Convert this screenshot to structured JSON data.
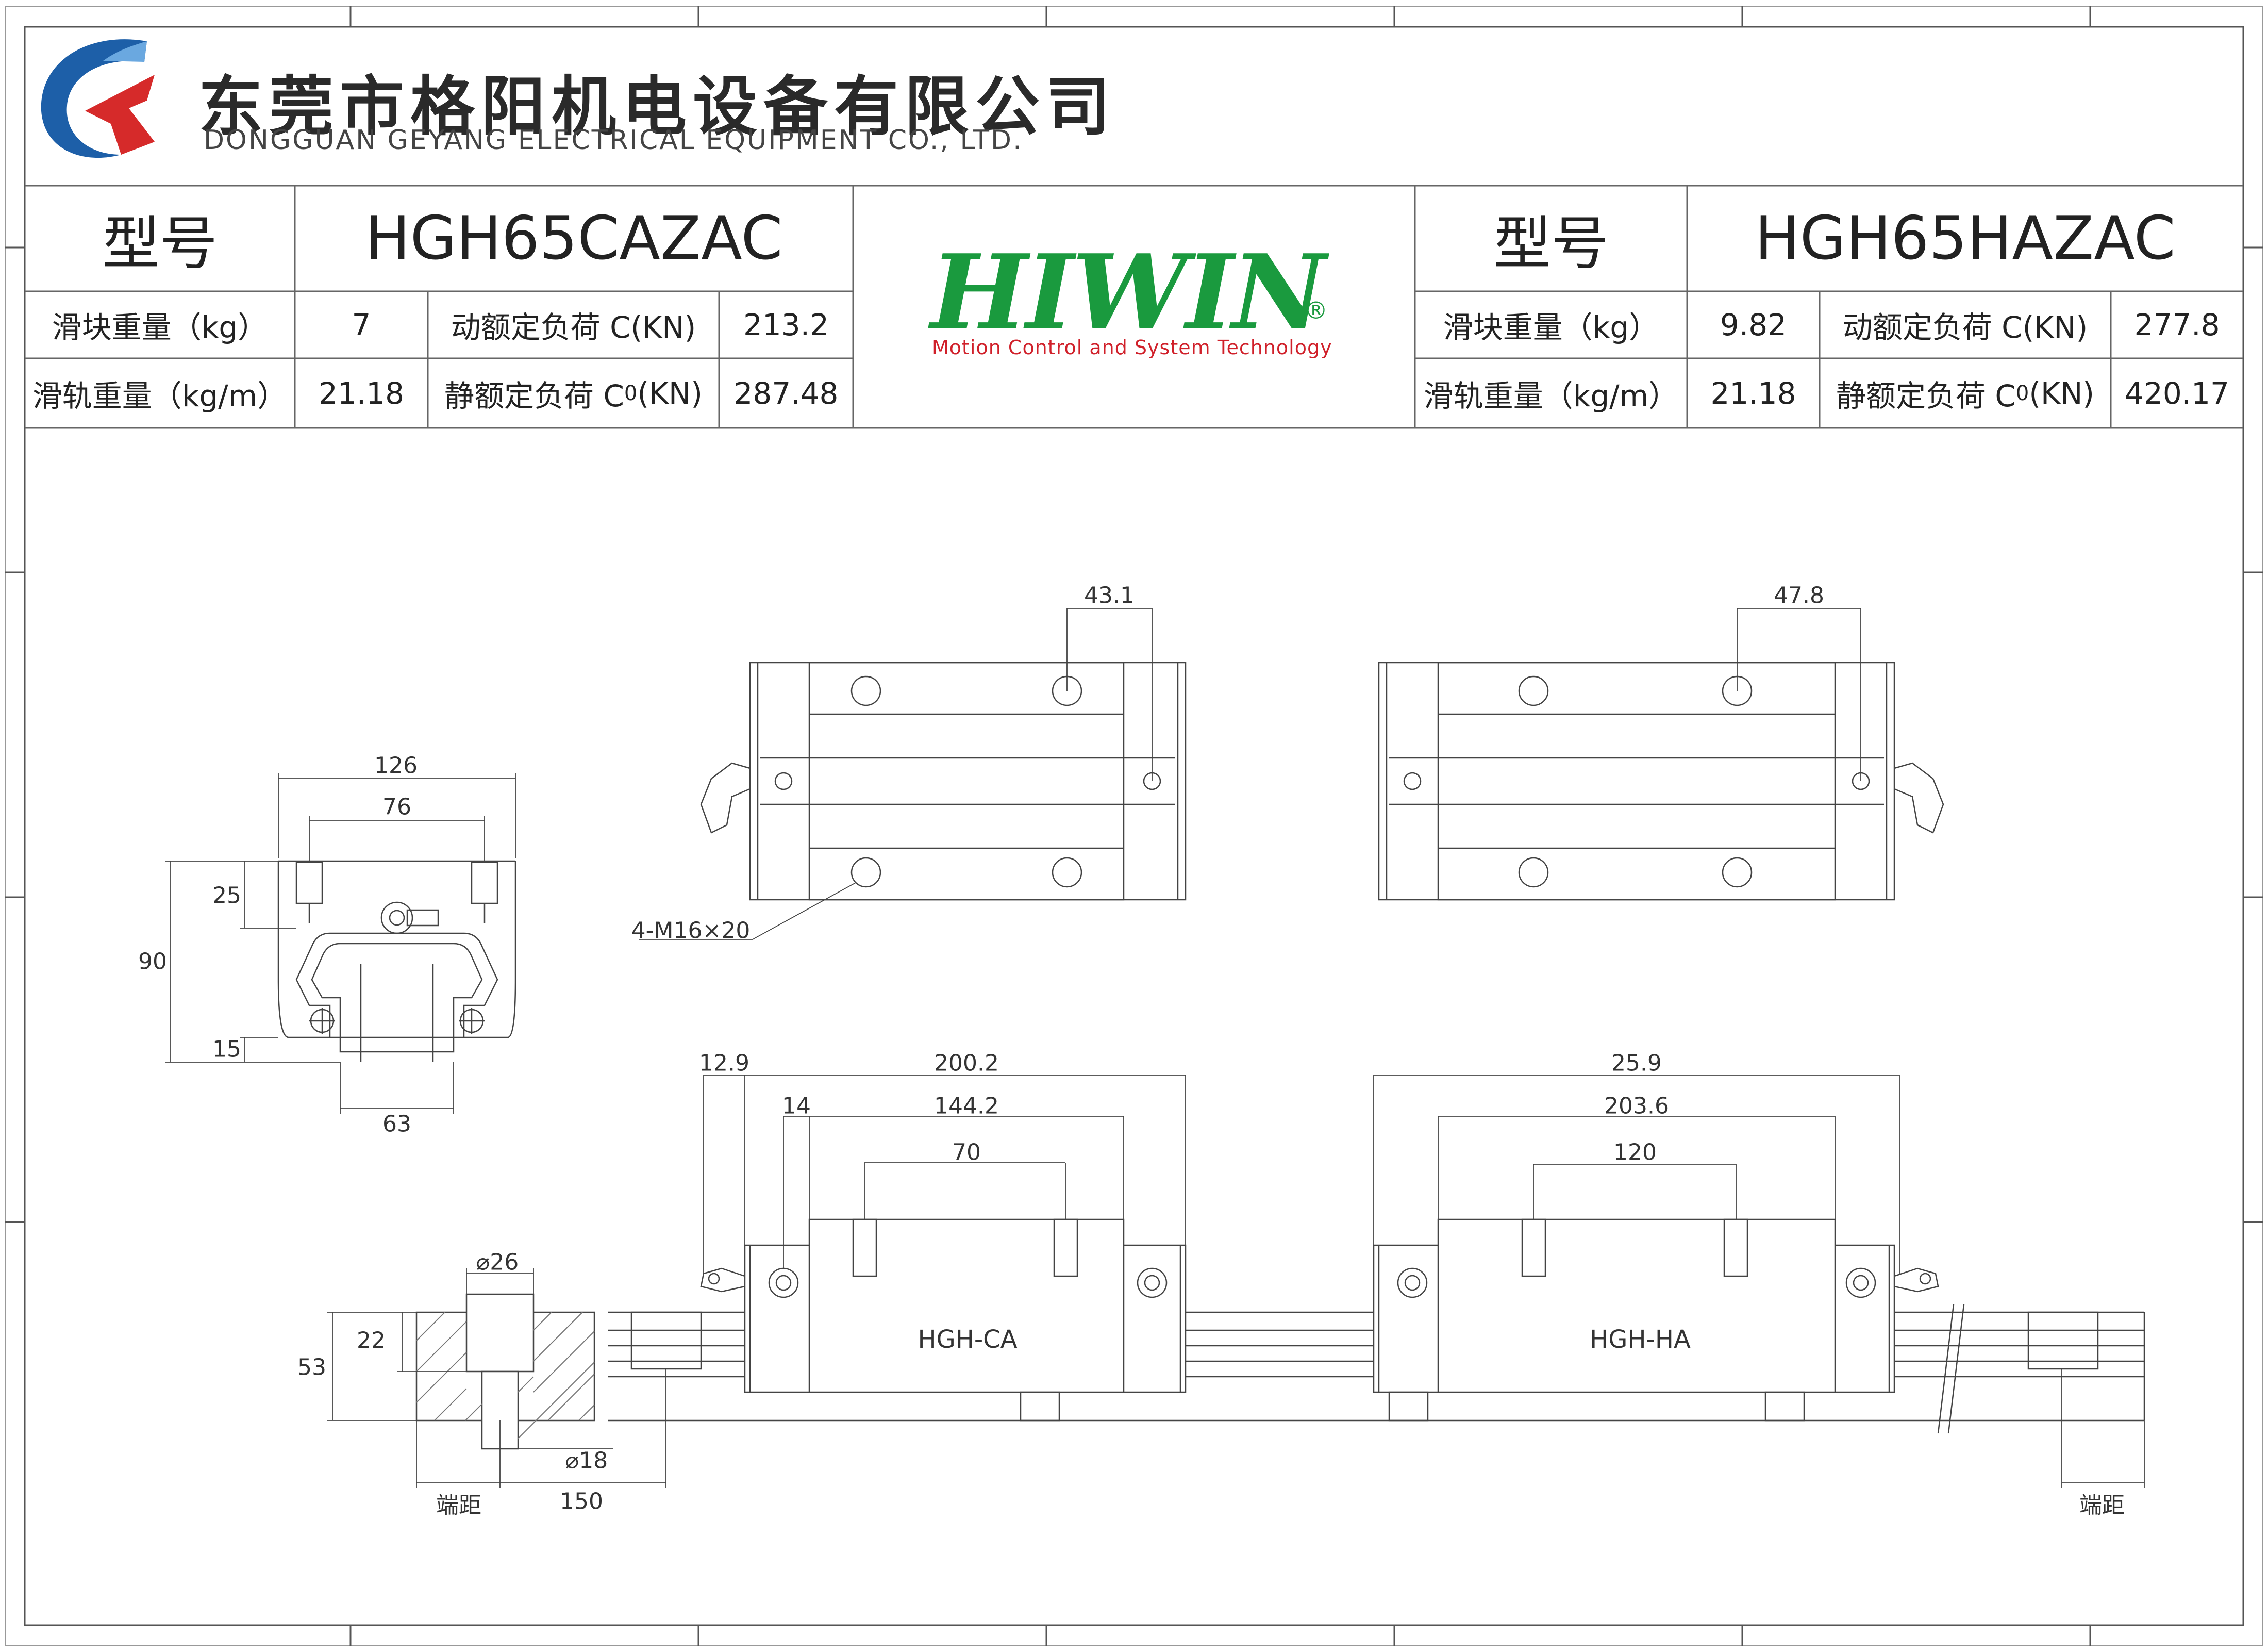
{
  "header": {
    "company_cn": "东莞市格阳机电设备有限公司",
    "company_en": "DONGGUAN GEYANG ELECTRICAL EQUIPMENT CO., LTD."
  },
  "brand": {
    "name": "HIWIN",
    "registered": "®",
    "tagline": "Motion Control and System Technology",
    "color_green": "#1a9a3e",
    "color_red": "#d0202a"
  },
  "spec_left": {
    "model_label": "型号",
    "model": "HGH65CAZAC",
    "block_weight_label": "滑块重量（kg）",
    "block_weight": "7",
    "dynamic_load_label_pre": "动额定负荷 C(KN)",
    "dynamic_load": "213.2",
    "rail_weight_label": "滑轨重量（kg/m）",
    "rail_weight": "21.18",
    "static_load_label_pre": "静额定负荷 C",
    "static_load_label_sub": "0",
    "static_load_label_post": "(KN)",
    "static_load": "287.48"
  },
  "spec_right": {
    "model_label": "型号",
    "model": "HGH65HAZAC",
    "block_weight_label": "滑块重量（kg）",
    "block_weight": "9.82",
    "dynamic_load_label_pre": "动额定负荷 C(KN)",
    "dynamic_load": "277.8",
    "rail_weight_label": "滑轨重量（kg/m）",
    "rail_weight": "21.18",
    "static_load_label_pre": "静额定负荷 C",
    "static_load_label_sub": "0",
    "static_load_label_post": "(KN)",
    "static_load": "420.17"
  },
  "drawing": {
    "front_view": {
      "width_126": "126",
      "width_76": "76",
      "height_25": "25",
      "height_90": "90",
      "height_15": "15",
      "rail_63": "63"
    },
    "top_view_ca": {
      "hole_pitch": "43.1",
      "thread_note": "4-M16×20"
    },
    "top_view_ha": {
      "hole_pitch": "47.8"
    },
    "side_view_ca": {
      "d_12_9": "12.9",
      "d_200_2": "200.2",
      "d_14": "14",
      "d_144_2": "144.2",
      "d_70": "70",
      "label": "HGH-CA"
    },
    "side_view_ha": {
      "d_25_9": "25.9",
      "d_203_6": "203.6",
      "d_120": "120",
      "label": "HGH-HA"
    },
    "rail_section": {
      "d_26": "⌀26",
      "d_22": "22",
      "d_53": "53",
      "d_18": "⌀18",
      "end_dist": "端距",
      "pitch_150": "150",
      "end_dist_right": "端距"
    }
  }
}
